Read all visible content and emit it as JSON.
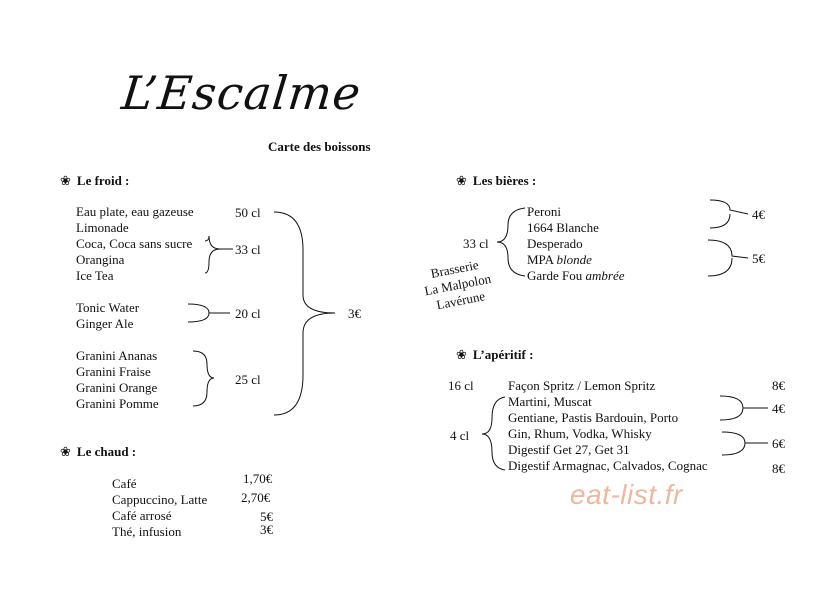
{
  "header": {
    "title": "L’Escalme",
    "subtitle": "Carte des boissons"
  },
  "sections": {
    "froid": {
      "heading": "Le froid :",
      "group1": [
        "Eau plate, eau gazeuse",
        "Limonade",
        "Coca, Coca sans sucre",
        "Orangina",
        "Ice Tea"
      ],
      "group1_sizes": [
        "50 cl",
        "33 cl"
      ],
      "group2": [
        "Tonic Water",
        "Ginger Ale"
      ],
      "group2_size": "20 cl",
      "group3": [
        "Granini Ananas",
        "Granini Fraise",
        "Granini Orange",
        "Granini Pomme"
      ],
      "group3_size": "25 cl",
      "price": "3€"
    },
    "chaud": {
      "heading": "Le chaud :",
      "items": [
        {
          "name": "Café",
          "price": "1,70€"
        },
        {
          "name": "Cappuccino, Latte",
          "price": "2,70€"
        },
        {
          "name": "Café arrosé",
          "price": "5€"
        },
        {
          "name": "Thé, infusion",
          "price": "3€"
        }
      ]
    },
    "bieres": {
      "heading": "Les bières :",
      "size": "33 cl",
      "items": [
        "Peroni",
        "1664 Blanche",
        "Desperado",
        "MPA ",
        "Garde Fou "
      ],
      "items_italic": [
        "",
        "",
        "",
        "blonde",
        "ambrée"
      ],
      "price_group1": "4€",
      "price_group2": "5€",
      "brasserie": [
        "Brasserie",
        "La Malpolon",
        "Lavérune"
      ]
    },
    "aperitif": {
      "heading": "L’apéritif :",
      "size_16": "16 cl",
      "size_4": "4 cl",
      "items": [
        "Façon Spritz / Lemon Spritz",
        "Martini, Muscat",
        "Gentiane, Pastis Bardouin, Porto",
        "Gin, Rhum, Vodka, Whisky",
        "Digestif Get 27, Get 31",
        "Digestif Armagnac, Calvados, Cognac"
      ],
      "prices": [
        "8€",
        "4€",
        "6€",
        "8€"
      ]
    }
  },
  "watermark": "eat-list.fr",
  "icons": {
    "section_bullet": "flower-icon"
  }
}
